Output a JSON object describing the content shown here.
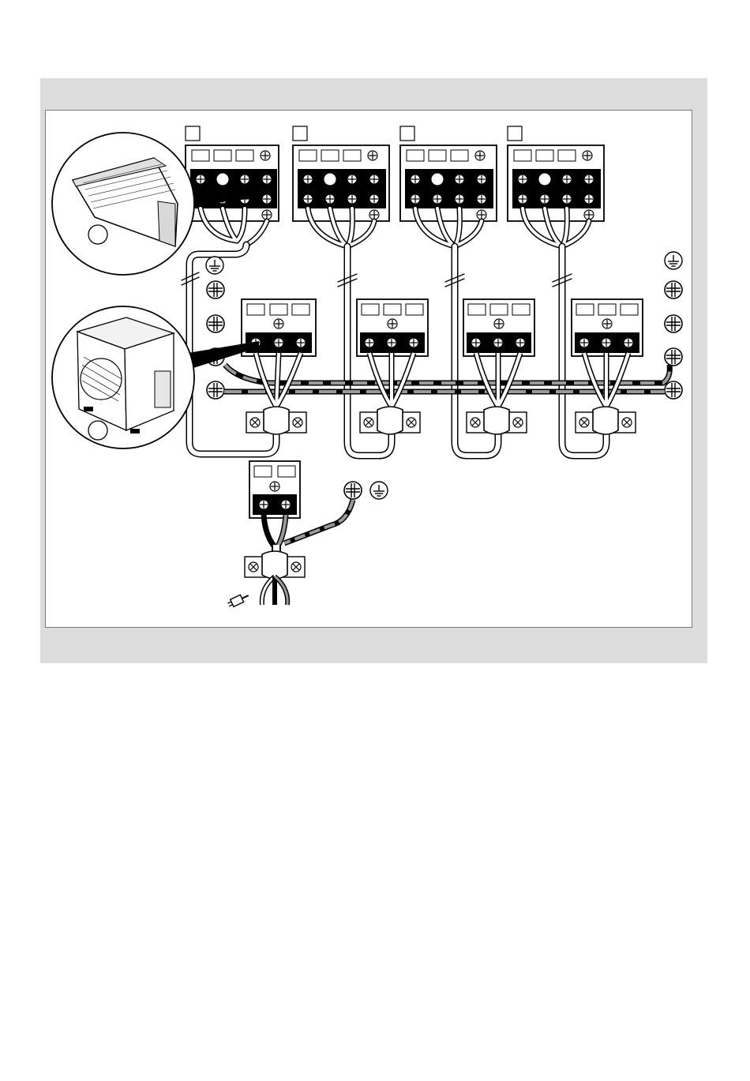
{
  "figure": {
    "background_color": "#dcdcdc",
    "frame_color": "#7a7a7a",
    "line_color": "#000000",
    "cable_gray": "#9a9a9a",
    "indoor_units": [
      {
        "label_box": "",
        "terminals": 4
      },
      {
        "label_box": "",
        "terminals": 4
      },
      {
        "label_box": "",
        "terminals": 4
      },
      {
        "label_box": "",
        "terminals": 4
      }
    ],
    "outdoor_terminal_blocks": 4,
    "callouts": [
      {
        "icon": "indoor-unit-icon",
        "label": ""
      },
      {
        "icon": "outdoor-unit-icon",
        "label": ""
      }
    ],
    "power_supply": {
      "icon": "plug-icon",
      "ground_icon": "ground-icon"
    }
  }
}
